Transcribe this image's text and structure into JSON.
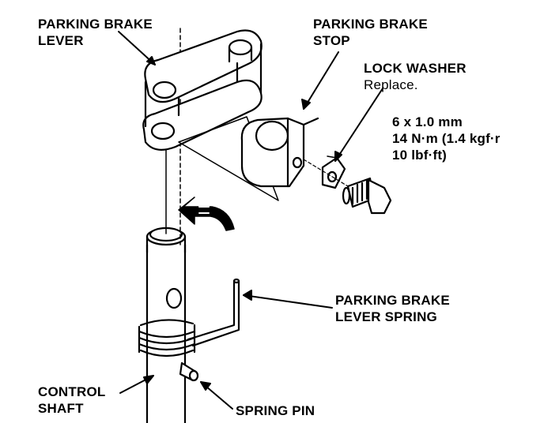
{
  "labels": {
    "parking_brake_lever": [
      "PARKING BRAKE",
      "LEVER"
    ],
    "parking_brake_stop": [
      "PARKING BRAKE",
      "STOP"
    ],
    "lock_washer": {
      "title": "LOCK WASHER",
      "note": "Replace."
    },
    "bolt_spec": [
      "6 x 1.0 mm",
      "14 N·m (1.4 kgf·r",
      "10 lbf·ft)"
    ],
    "parking_brake_lever_spring": [
      "PARKING BRAKE",
      "LEVER SPRING"
    ],
    "control_shaft": [
      "CONTROL",
      "SHAFT"
    ],
    "spring_pin": "SPRING PIN"
  },
  "colors": {
    "ink": "#000000",
    "paper": "#ffffff"
  }
}
